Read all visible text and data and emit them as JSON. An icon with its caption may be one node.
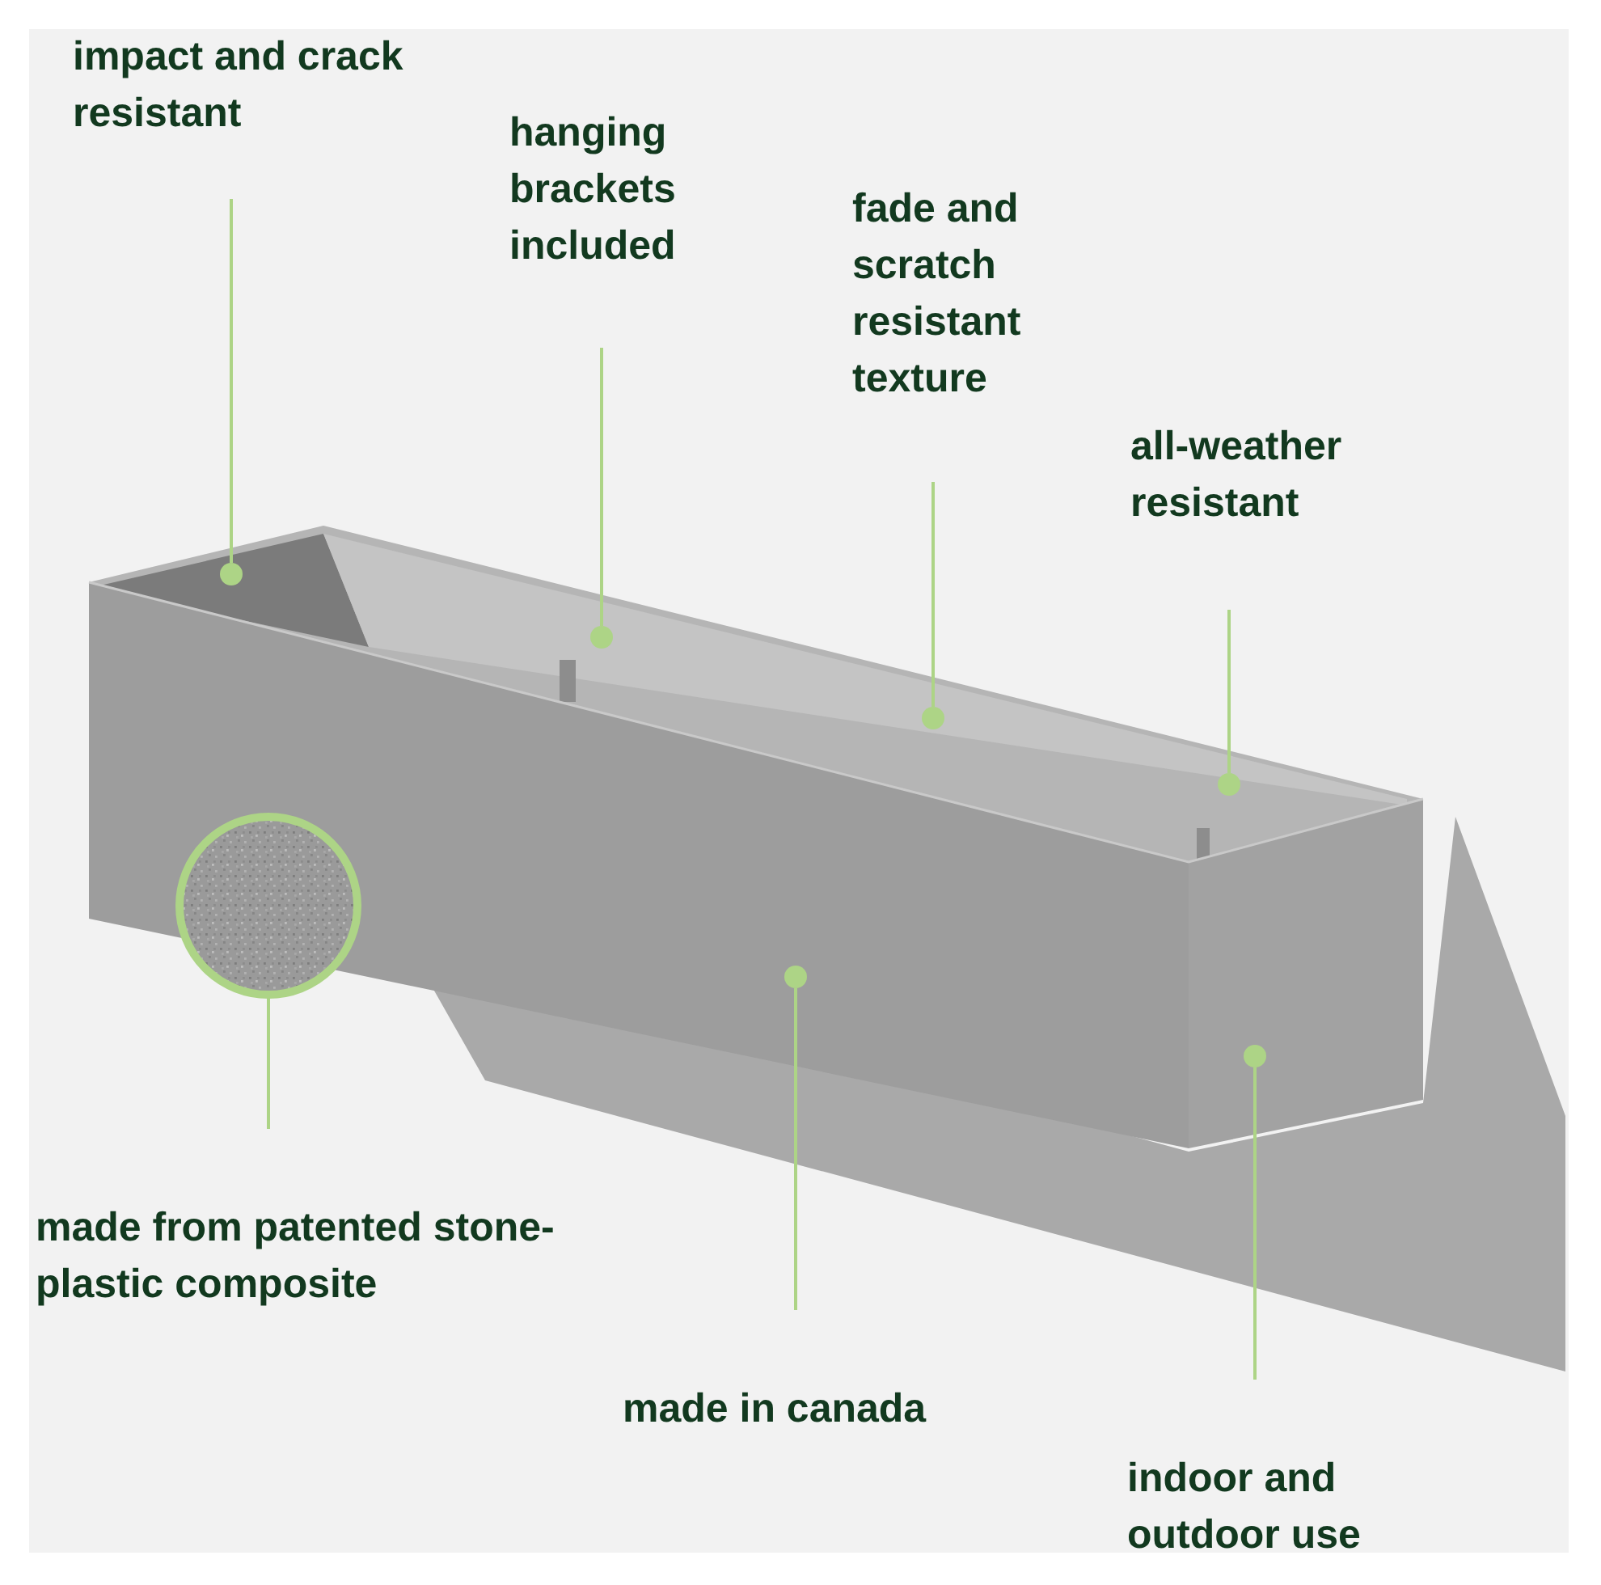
{
  "diagram": {
    "nodes": [
      {
        "text": [
          "impact and crack resistant"
        ]
      },
      {
        "text": [
          "hanging brackets included"
        ]
      },
      {
        "text": [
          "fade and scratch resistant texture"
        ]
      },
      {
        "text": [
          "all-weather resistant"
        ]
      },
      {
        "text": [
          "made from patented stone-plastic composite"
        ]
      },
      {
        "text": [
          "made in canada"
        ]
      },
      {
        "text": [
          "indoor and outdoor use"
        ]
      },
      {
        "text": [],
        "shape": "circle"
      },
      {
        "text": [],
        "shape": "circle"
      },
      {
        "text": [],
        "shape": "circle"
      },
      {
        "text": [],
        "shape": "circle"
      },
      {
        "text": [],
        "shape": "circle"
      },
      {
        "text": [],
        "shape": "circle"
      },
      {
        "text": [],
        "shape": "circle"
      }
    ],
    "edges": [
      {
        "from": 0,
        "to": 7,
        "arrow": "none"
      },
      {
        "from": 1,
        "to": 8,
        "arrow": "none"
      },
      {
        "from": 2,
        "to": 10,
        "arrow": "none"
      },
      {
        "from": 3,
        "to": 11,
        "arrow": "none"
      },
      {
        "from": 4,
        "to": 13,
        "arrow": "none"
      },
      {
        "from": 5,
        "to": 9,
        "arrow": "none"
      },
      {
        "from": 6,
        "to": 12,
        "arrow": "none"
      }
    ]
  }
}
